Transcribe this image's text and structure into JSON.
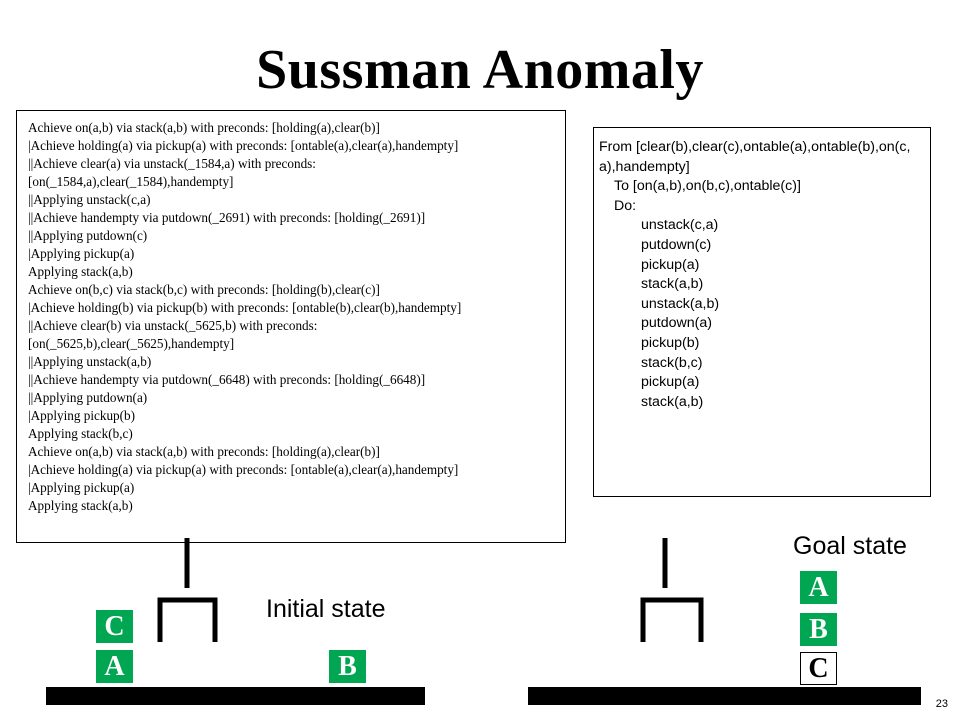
{
  "slide": {
    "title": "Sussman Anomaly",
    "page_number": "23"
  },
  "trace": [
    "Achieve on(a,b) via stack(a,b) with preconds: [holding(a),clear(b)]",
    "|Achieve holding(a) via pickup(a) with preconds: [ontable(a),clear(a),handempty]",
    "||Achieve clear(a) via unstack(_1584,a) with preconds:",
    "[on(_1584,a),clear(_1584),handempty]",
    "||Applying unstack(c,a)",
    "||Achieve handempty via putdown(_2691) with preconds: [holding(_2691)]",
    "||Applying putdown(c)",
    "|Applying pickup(a)",
    "Applying stack(a,b)",
    "Achieve on(b,c) via stack(b,c) with preconds: [holding(b),clear(c)]",
    "|Achieve holding(b) via pickup(b) with preconds: [ontable(b),clear(b),handempty]",
    "||Achieve clear(b) via unstack(_5625,b) with preconds:",
    "[on(_5625,b),clear(_5625),handempty]",
    "||Applying unstack(a,b)",
    "||Achieve handempty via putdown(_6648) with preconds: [holding(_6648)]",
    "||Applying putdown(a)",
    "|Applying pickup(b)",
    "Applying stack(b,c)",
    "Achieve on(a,b) via stack(a,b) with preconds: [holding(a),clear(b)]",
    "|Achieve holding(a) via pickup(a) with preconds: [ontable(a),clear(a),handempty]",
    "|Applying pickup(a)",
    "Applying stack(a,b)"
  ],
  "plan": {
    "from_text": "From [clear(b),clear(c),ontable(a),ontable(b),on(c,a),handempty]",
    "to_text": "To [on(a,b),on(b,c),ontable(c)]",
    "do_label": "Do:",
    "steps": [
      "unstack(c,a)",
      "putdown(c)",
      "pickup(a)",
      "stack(a,b)",
      "unstack(a,b)",
      "putdown(a)",
      "pickup(b)",
      "stack(b,c)",
      "pickup(a)",
      "stack(a,b)"
    ]
  },
  "initial_state": {
    "label": "Initial state",
    "blocks": {
      "top_left": "C",
      "bottom_left": "A",
      "right": "B"
    }
  },
  "goal_state": {
    "label": "Goal state",
    "blocks": {
      "top": "A",
      "middle": "B",
      "bottom": "C"
    }
  },
  "colors": {
    "block_green": "#00a651",
    "block_white": "#ffffff",
    "ink": "#000000"
  }
}
